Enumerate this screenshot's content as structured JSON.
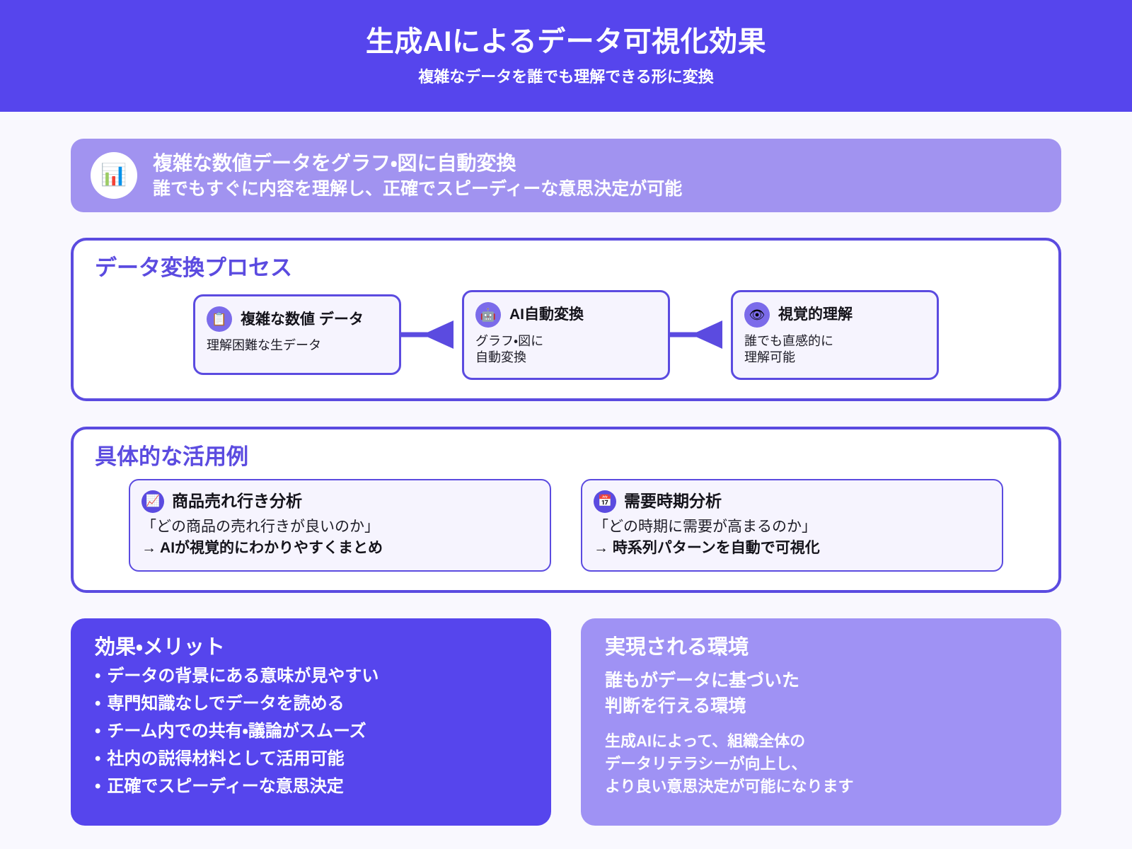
{
  "header": {
    "title": "生成AIによるデータ可視化効果",
    "subtitle": "複雑なデータを誰でも理解できる形に変換",
    "bg_color": "#5645ED"
  },
  "banner": {
    "icon": "bar-chart-emoji",
    "icon_glyph": "📊",
    "line1": "複雑な数値データをグラフ・図に自動変換",
    "line2": "誰でもすぐに内容を理解し、正確でスピーディーな意思決定が可能",
    "bg_color": "#A193F0"
  },
  "process_section": {
    "title": "データ変換プロセス",
    "accent_color": "#5B4BE0",
    "steps": [
      {
        "icon": "clipboard-emoji",
        "icon_glyph": "📋",
        "title": "複雑な数値\nデータ",
        "desc": "理解困難な生データ"
      },
      {
        "icon": "robot-emoji",
        "icon_glyph": "🤖",
        "title": "AI自動変換",
        "desc": "グラフ・図に\n自動変換"
      },
      {
        "icon": "eye-emoji",
        "icon_glyph": "👁",
        "title": "視覚的理解",
        "desc": "誰でも直感的に\n理解可能"
      }
    ]
  },
  "usecase_section": {
    "title": "具体的な活用例",
    "accent_color": "#5B4BE0",
    "items": [
      {
        "icon": "chart-increasing-emoji",
        "icon_glyph": "📈",
        "title": "商品売れ行き分析",
        "quote": "「どの商品の売れ行きが良いのか」",
        "result": "→ AIが視覚的にわかりやすくまとめ"
      },
      {
        "icon": "calendar-emoji",
        "icon_glyph": "📅",
        "title": "需要時期分析",
        "quote": "「どの時期に需要が高まるのか」",
        "result": "→ 時系列パターンを自動で可視化"
      }
    ]
  },
  "benefits_card": {
    "title": "効果・メリット",
    "bg_color": "#5645ED",
    "bullet_char": "•",
    "items": [
      "データの背景にある意味が見やすい",
      "専門知識なしでデータを読める",
      "チーム内での共有・議論がスムーズ",
      "社内の説得材料として活用可能",
      "正確でスピーディーな意思決定"
    ]
  },
  "environment_card": {
    "title": "実現される環境",
    "bg_color": "#9F92F4",
    "lead": "誰もがデータに基づいた\n判断を行える環境",
    "body": "生成AIによって、組織全体の\nデータリテラシーが向上し、\nより良い意思決定が可能になります"
  }
}
